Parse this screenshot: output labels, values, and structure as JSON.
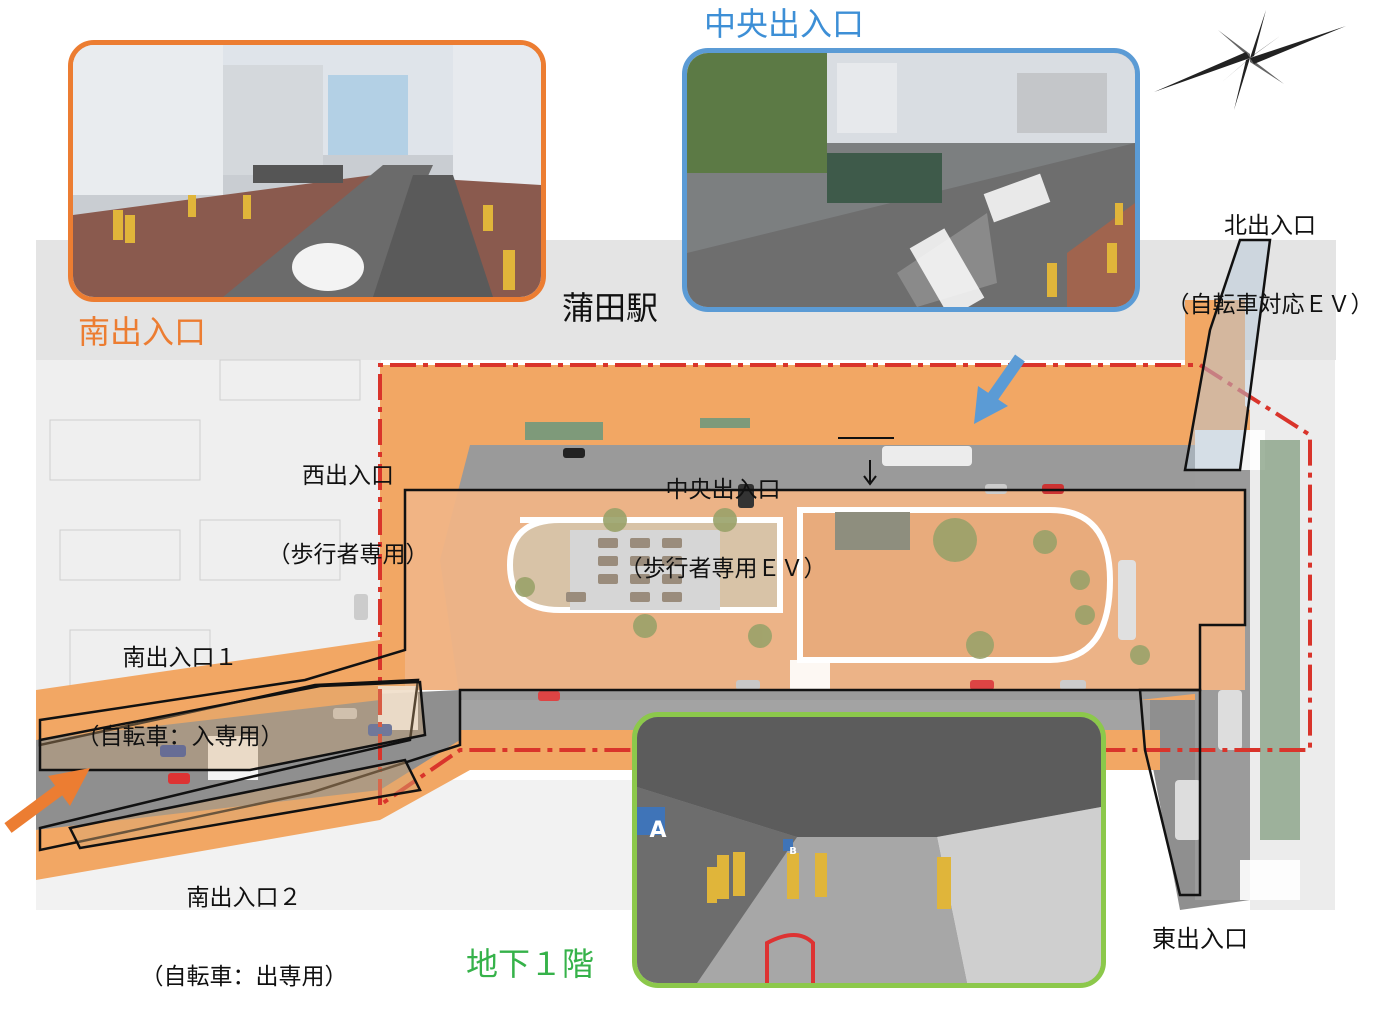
{
  "station": {
    "name": "蒲田駅"
  },
  "entrances": {
    "south": "南出入口",
    "central_title": "中央出入口",
    "north_line1": "北出入口",
    "north_line2": "（自転車対応ＥＶ）",
    "west_line1": "西出入口",
    "west_line2": "（歩行者専用）",
    "central_line1": "中央出入口",
    "central_line2": "（歩行者専用ＥＶ）",
    "south1_line1": "南出入口１",
    "south1_line2": "（自転車：入専用）",
    "south2_line1": "南出入口２",
    "south2_line2": "（自転車：出専用）",
    "east": "東出入口",
    "basement": "地下１階"
  },
  "basement_signs": {
    "sign_a": "A",
    "sign_b": "B"
  },
  "colors": {
    "south_accent": "#ec7d32",
    "central_accent": "#5b9bd5",
    "basement_accent": "#8cc84b",
    "site_boundary": "#d9342b",
    "plaza_fill": "#f0b486",
    "paving": "#f2a764"
  },
  "icons": [
    "compass-rose-icon",
    "blue-pointer-arrow-icon",
    "orange-pointer-arrow-icon"
  ]
}
